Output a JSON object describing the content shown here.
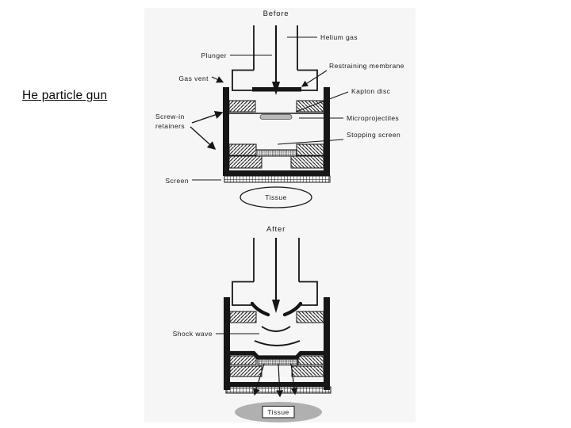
{
  "page": {
    "title": "He particle gun"
  },
  "figure": {
    "before": {
      "title": "Before",
      "labels": {
        "helium_gas": "Helium gas",
        "plunger": "Plunger",
        "gas_vent": "Gas vent",
        "restraining_membrane": "Restraining  membrane",
        "kapton_disc": "Kapton  disc",
        "screw_in_line1": "Screw-in",
        "screw_in_line2": "retainers",
        "microprojectiles": "Microprojectiles",
        "stopping_screen": "Stopping  screen",
        "screen": "Screen",
        "tissue": "Tissue"
      }
    },
    "after": {
      "title": "After",
      "labels": {
        "shock_wave": "Shock  wave",
        "tissue": "Tissue"
      }
    },
    "colors": {
      "panel_bg": "#f6f6f6",
      "ink": "#161616",
      "tissue_gray": "#b0b0b0",
      "pellet_gray": "#b9b9b9"
    }
  }
}
